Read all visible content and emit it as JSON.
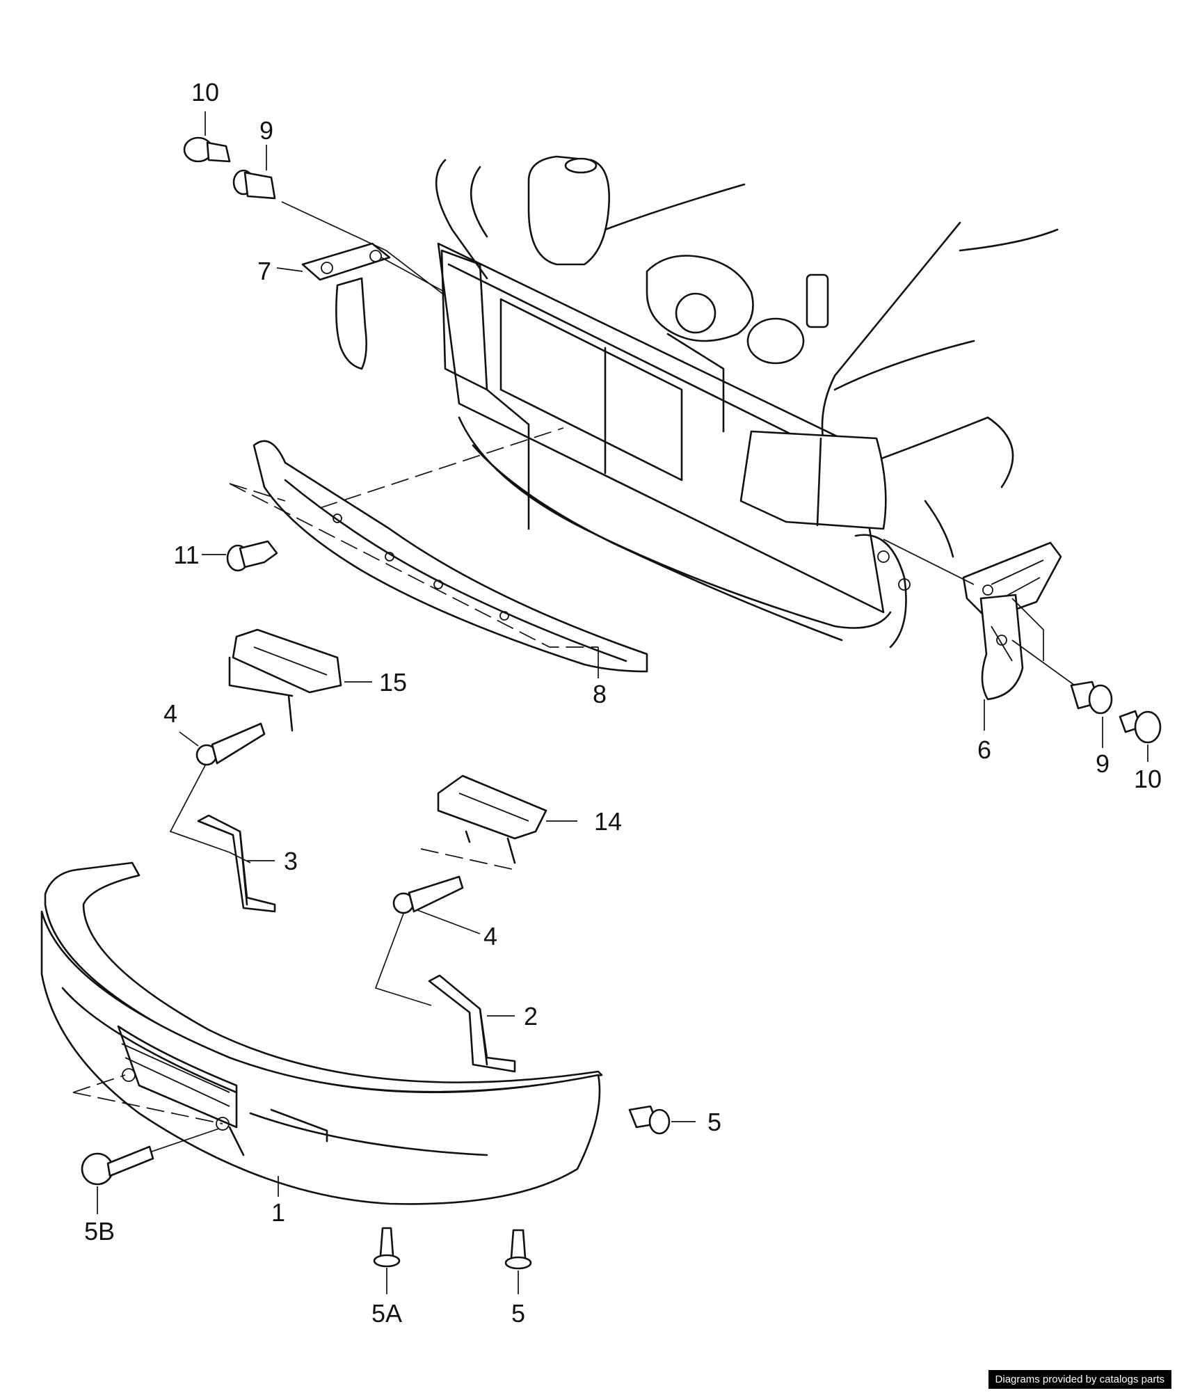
{
  "callouts": {
    "c10_top": "10",
    "c9_top": "9",
    "c7": "7",
    "c11": "11",
    "c15": "15",
    "c8": "8",
    "c4_upper": "4",
    "c6": "6",
    "c9_right": "9",
    "c10_right": "10",
    "c14": "14",
    "c3": "3",
    "c4_lower": "4",
    "c2": "2",
    "c5_right": "5",
    "c1": "1",
    "c5B": "5B",
    "c5A": "5A",
    "c5_bottom": "5"
  },
  "credit": "Diagrams provided by catalogs parts"
}
